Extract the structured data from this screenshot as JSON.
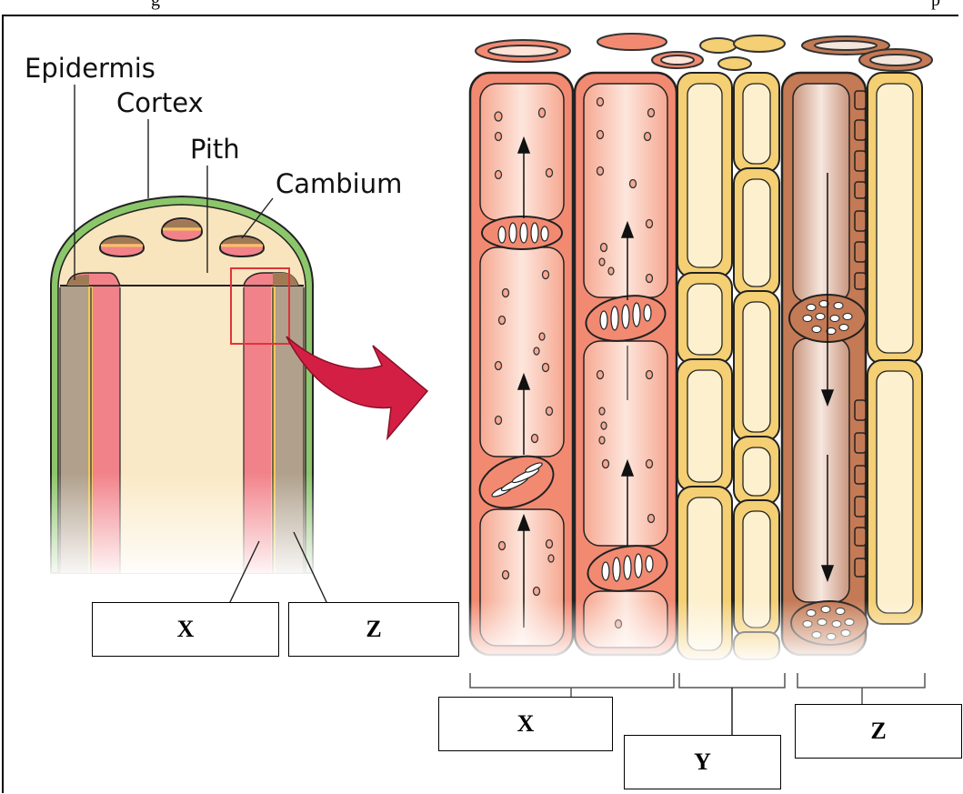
{
  "top_text": {
    "left": "g",
    "right": "p"
  },
  "labels": {
    "epidermis": "Epidermis",
    "cortex": "Cortex",
    "pith": "Pith",
    "cambium": "Cambium"
  },
  "answer_boxes": {
    "left_x": "X",
    "left_z": "Z",
    "right_x": "X",
    "right_y": "Y",
    "right_z": "Z"
  },
  "colors": {
    "epidermis": "#8cc66b",
    "cortex": "#f8e5bd",
    "xylem": "#f2828a",
    "phloem": "#b0a08c",
    "xylem_vessel": "#f28a72",
    "cambium_cell": "#f4cf73",
    "sieve_tube": "#c47a55",
    "arrow": "#d41f45"
  }
}
